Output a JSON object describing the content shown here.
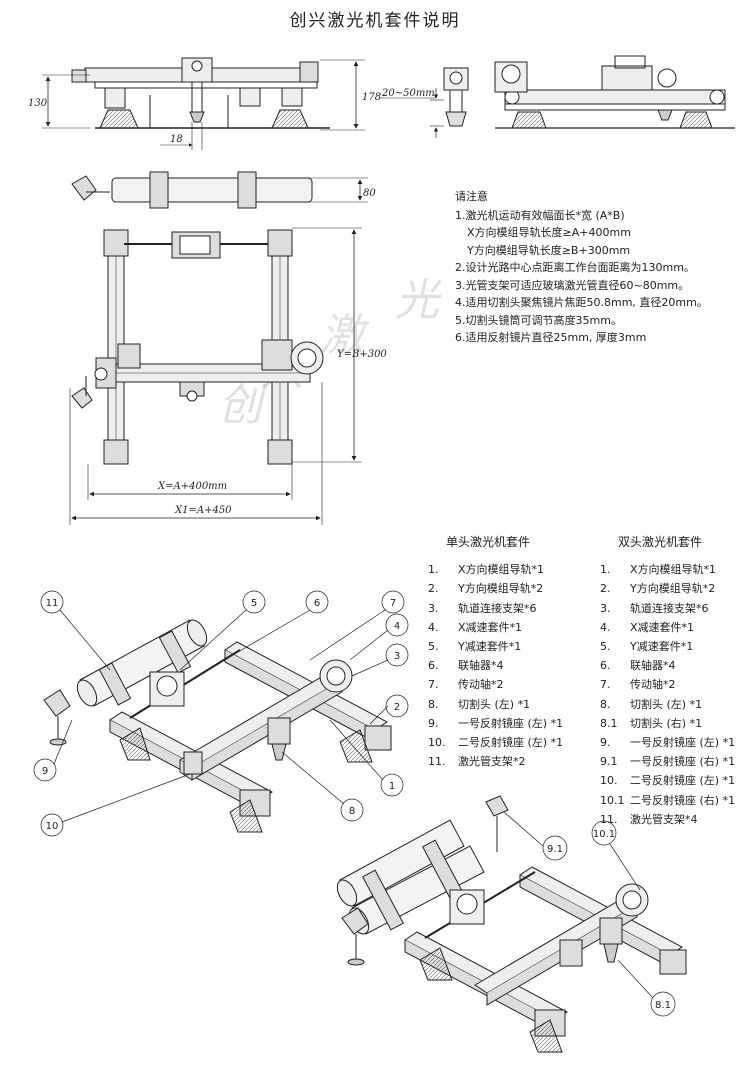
{
  "title": "创兴激光机套件说明",
  "watermark": [
    "创",
    "兴",
    "激",
    "光"
  ],
  "dimensions": {
    "h130": "130",
    "h178": "178",
    "w18": "18",
    "range": "20~50mm",
    "h80": "80",
    "y_len": "Y=B+300",
    "x_len": "X=A+400mm",
    "x1_len": "X1=A+450"
  },
  "notes": {
    "header": "请注意",
    "lines": [
      "1.激光机运动有效幅面长*宽 (A*B)",
      "X方向模组导轨长度≥A+400mm",
      "Y方向模组导轨长度≥B+300mm",
      "2.设计光路中心点距离工作台面距离为130mm。",
      "3.光管支架可适应玻璃激光管直径60~80mm。",
      "4.适用切割头聚焦镜片焦距50.8mm, 直径20mm。",
      "5.切割头镜筒可调节高度35mm。",
      "6.适用反射镜片直径25mm, 厚度3mm"
    ]
  },
  "single_kit": {
    "header": "单头激光机套件",
    "items": [
      {
        "n": "1.",
        "t": "X方向模组导轨*1"
      },
      {
        "n": "2.",
        "t": "Y方向模组导轨*2"
      },
      {
        "n": "3.",
        "t": "轨道连接支架*6"
      },
      {
        "n": "4.",
        "t": "X减速套件*1"
      },
      {
        "n": "5.",
        "t": "Y减速套件*1"
      },
      {
        "n": "6.",
        "t": "联轴器*4"
      },
      {
        "n": "7.",
        "t": "传动轴*2"
      },
      {
        "n": "8.",
        "t": "切割头 (左) *1"
      },
      {
        "n": "9.",
        "t": "一号反射镜座 (左) *1"
      },
      {
        "n": "10.",
        "t": "二号反射镜座 (左) *1"
      },
      {
        "n": "11.",
        "t": "激光管支架*2"
      }
    ]
  },
  "double_kit": {
    "header": "双头激光机套件",
    "items": [
      {
        "n": "1.",
        "t": "X方向模组导轨*1"
      },
      {
        "n": "2.",
        "t": "Y方向模组导轨*2"
      },
      {
        "n": "3.",
        "t": "轨道连接支架*6"
      },
      {
        "n": "4.",
        "t": "X减速套件*1"
      },
      {
        "n": "5.",
        "t": "Y减速套件*1"
      },
      {
        "n": "6.",
        "t": "联轴器*4"
      },
      {
        "n": "7.",
        "t": "传动轴*2"
      },
      {
        "n": "8.",
        "t": "切割头 (左) *1"
      },
      {
        "n": "8.1",
        "t": "切割头 (右) *1"
      },
      {
        "n": "9.",
        "t": "一号反射镜座 (左) *1"
      },
      {
        "n": "9.1",
        "t": "一号反射镜座 (右) *1"
      },
      {
        "n": "10.",
        "t": "二号反射镜座 (左) *1"
      },
      {
        "n": "10.1",
        "t": "二号反射镜座 (右) *1"
      },
      {
        "n": "11.",
        "t": "激光管支架*4"
      }
    ]
  },
  "callouts_single": [
    "11",
    "5",
    "6",
    "7",
    "4",
    "3",
    "2",
    "1",
    "8",
    "9",
    "10"
  ],
  "callouts_double": [
    "9.1",
    "10.1",
    "8.1"
  ]
}
